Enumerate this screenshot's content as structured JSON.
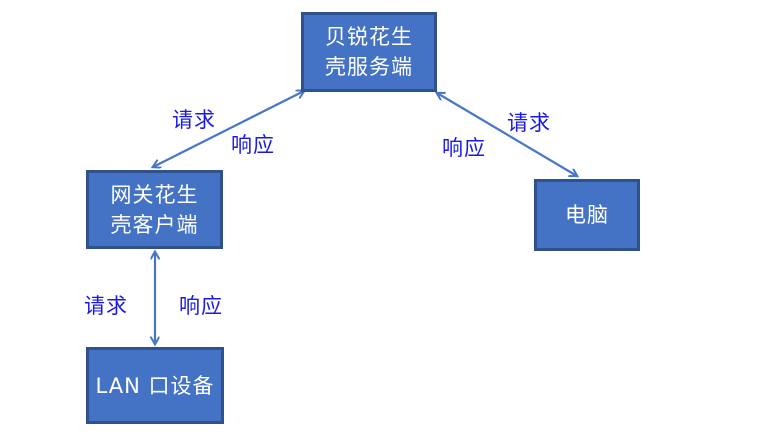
{
  "diagram": {
    "title": "peanut-shell-nat-traversal-flow",
    "colors": {
      "box_fill": "#4472C4",
      "box_border": "#2F528F",
      "box_text": "#FFFFFF",
      "arrow": "#4876C6",
      "edge_label_text": "#1A1AE6",
      "background": "#FFFFFF"
    },
    "nodes": {
      "server": {
        "label": "贝锐花生壳服务端",
        "line1": "贝锐花生",
        "line2": "壳服务端"
      },
      "gateway": {
        "label": "网关花生壳客户端",
        "line1": "网关花生",
        "line2": "壳客户端"
      },
      "pc": {
        "label": "电脑"
      },
      "lan": {
        "label": "LAN 口设备"
      }
    },
    "edges": {
      "gateway_server": {
        "request_label": "请求",
        "response_label": "响应",
        "style": "double-headed-arrow"
      },
      "pc_server": {
        "request_label": "请求",
        "response_label": "响应",
        "style": "double-headed-arrow"
      },
      "lan_gateway": {
        "request_label": "请求",
        "response_label": "响应",
        "style": "double-headed-arrow"
      }
    }
  }
}
